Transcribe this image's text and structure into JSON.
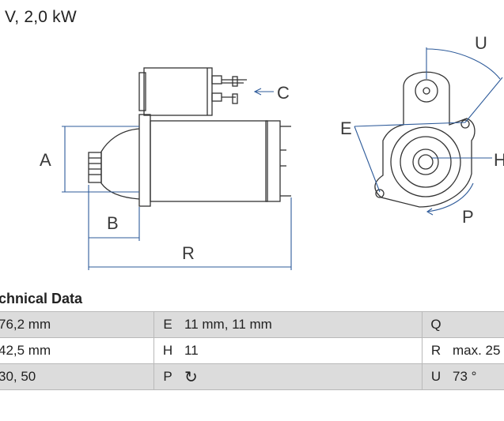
{
  "header": {
    "spec_text": "V, 2,0 kW"
  },
  "diagram": {
    "labels": {
      "A": "A",
      "B": "B",
      "R": "R",
      "C": "C",
      "E": "E",
      "H": "H",
      "P": "P",
      "U": "U"
    },
    "stroke_color": "#333333",
    "dimension_color": "#2e5b9a"
  },
  "technical_data": {
    "title": "chnical Data",
    "rows": [
      {
        "v1": "76,2 mm",
        "k2": "E",
        "v2": "11 mm, 11 mm",
        "k3": "Q",
        "v3": ""
      },
      {
        "v1": "42,5 mm",
        "k2": "H",
        "v2": "11",
        "k3": "R",
        "v3": "max. 25"
      },
      {
        "v1": "30, 50",
        "k2": "P",
        "v2": "↻",
        "k3": "U",
        "v3": "73 °"
      }
    ],
    "shade_color": "#dcdcdc"
  }
}
